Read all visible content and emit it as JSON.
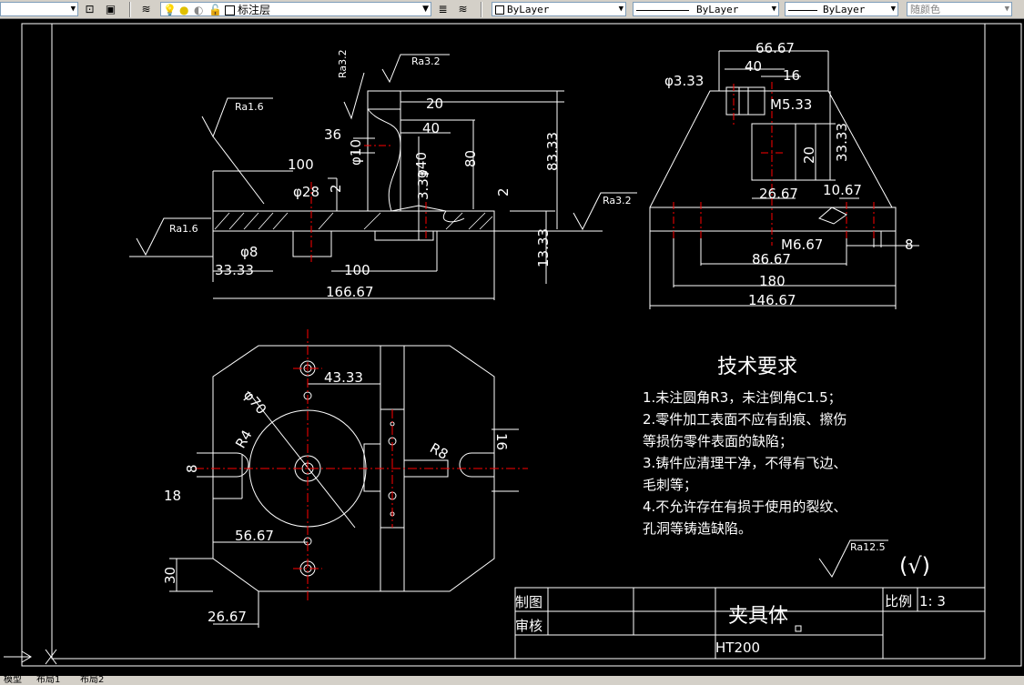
{
  "toolbar": {
    "layer_name": "标注层",
    "color_control": "ByLayer",
    "linetype_control": "ByLayer",
    "lineweight_control": "ByLayer",
    "plotstyle_control": "随颜色"
  },
  "statusbar": {
    "tabs": [
      "模型",
      "布局1",
      "布局2"
    ]
  },
  "drawing": {
    "front_view": {
      "dims": [
        "100",
        "166.67",
        "33.33",
        "100",
        "φ8",
        "φ28",
        "2",
        "36",
        "φ10",
        "20",
        "40",
        "80",
        "83.33",
        "3.33",
        "2",
        "13.33",
        "φ40"
      ],
      "roughness": [
        "Ra1.6",
        "Ra1.6",
        "Ra3.2",
        "Ra3.2",
        "Ra3.2"
      ]
    },
    "side_view": {
      "dims": [
        "66.67",
        "40",
        "16",
        "φ3.33",
        "M5.33",
        "20",
        "33.33",
        "26.67",
        "10.67",
        "M6.67",
        "8",
        "86.67",
        "180",
        "146.67"
      ]
    },
    "top_view": {
      "dims": [
        "43.33",
        "φ70",
        "R4",
        "R8",
        "16",
        "8",
        "18",
        "56.67",
        "30",
        "26.67"
      ]
    },
    "tech_requirements": {
      "title": "技术要求",
      "lines": [
        "1.未注圆角R3，未注倒角C1.5；",
        "2.零件加工表面不应有刮痕、擦伤",
        "等损伤零件表面的缺陷；",
        "3.铸件应清理干净，不得有飞边、",
        "毛刺等；",
        "4.不允许存在有损于使用的裂纹、",
        "孔洞等铸造缺陷。"
      ],
      "roughness_general": "Ra12.5",
      "roughness_rest": "(√)"
    },
    "title_block": {
      "drawn_label": "制图",
      "checked_label": "审核",
      "part_name": "夹具体",
      "scale_label": "比例",
      "scale_value": "1: 3",
      "material": "HT200"
    }
  },
  "colors": {
    "background": "#000000",
    "lines": "#ffffff",
    "centerline": "#ff0000",
    "toolbar": "#d4d0c8"
  }
}
